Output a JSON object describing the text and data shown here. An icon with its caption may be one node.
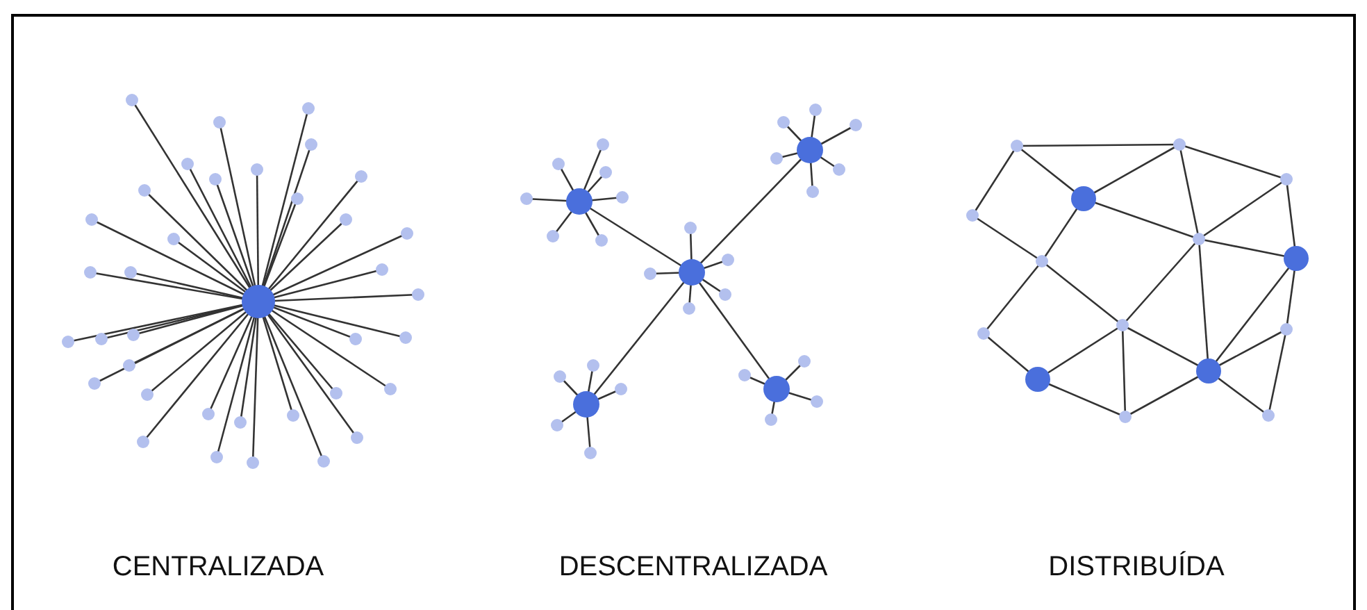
{
  "diagram": {
    "labels": [
      "CENTRALIZADA",
      "DESCENTRALIZADA",
      "DISTRIBUÍDA"
    ]
  }
}
